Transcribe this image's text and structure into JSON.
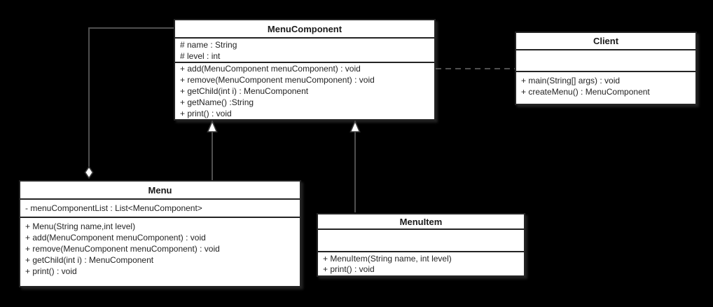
{
  "diagram": {
    "type": "uml-class-diagram",
    "background_color": "#000000",
    "box_fill_color": "#ffffff",
    "box_border_color": "#242424",
    "connector_color": "#4f4f4f",
    "classes": [
      {
        "name": "MenuComponent",
        "attributes": [
          "# name : String",
          "# level : int"
        ],
        "methods": [
          "+ add(MenuComponent menuComponent) : void",
          "+ remove(MenuComponent menuComponent) : void",
          "+ getChild(int i) : MenuComponent",
          "+ getName() :String",
          "+ print() : void"
        ]
      },
      {
        "name": "Client",
        "attributes": [],
        "methods": [
          "+ main(String[] args) : void",
          "+ createMenu() : MenuComponent"
        ]
      },
      {
        "name": "Menu",
        "attributes": [
          "- menuComponentList : List<MenuComponent>"
        ],
        "methods": [
          "+ Menu(String name,int level)",
          "+ add(MenuComponent menuComponent) : void",
          "+ remove(MenuComponent menuComponent) : void",
          "+ getChild(int i) : MenuComponent",
          "+ print() : void"
        ]
      },
      {
        "name": "MenuItem",
        "attributes": [],
        "methods": [
          "+ MenuItem(String name, int level)",
          "+ print() : void"
        ]
      }
    ],
    "relationships": [
      {
        "type": "aggregation",
        "from": "Menu",
        "to": "MenuComponent",
        "marker": "hollow-diamond-at-menu"
      },
      {
        "type": "generalization",
        "from": "Menu",
        "to": "MenuComponent",
        "marker": "hollow-triangle-at-menucomponent"
      },
      {
        "type": "generalization",
        "from": "MenuItem",
        "to": "MenuComponent",
        "marker": "hollow-triangle-at-menucomponent"
      },
      {
        "type": "dependency",
        "from": "Client",
        "to": "MenuComponent",
        "style": "dashed"
      }
    ]
  }
}
